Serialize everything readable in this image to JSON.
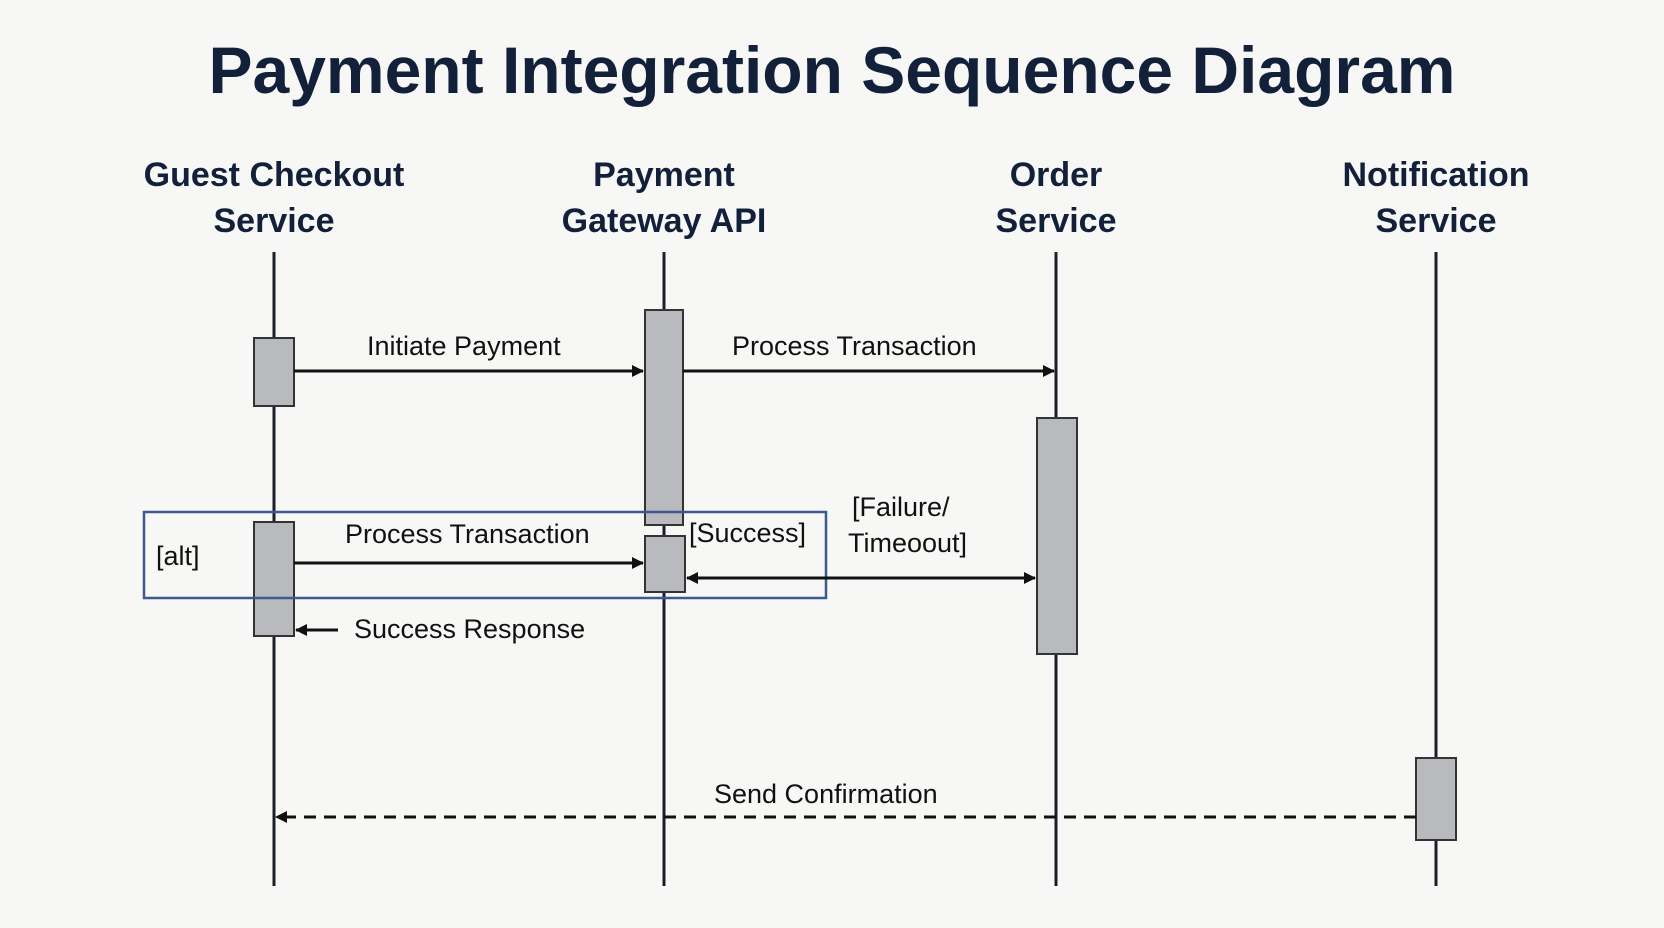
{
  "title": "Payment Integration Sequence Diagram",
  "participants": [
    {
      "id": "guest",
      "line1": "Guest Checkout",
      "line2": "Service"
    },
    {
      "id": "gateway",
      "line1": "Payment",
      "line2": "Gateway API"
    },
    {
      "id": "order",
      "line1": "Order",
      "line2": "Service"
    },
    {
      "id": "notify",
      "line1": "Notification",
      "line2": "Service"
    }
  ],
  "messages": {
    "initiate_payment": "Initiate Payment",
    "process_transaction_1": "Process Transaction",
    "process_transaction_2": "Process Transaction",
    "success_response": "Success Response",
    "send_confirmation": "Send Confirmation"
  },
  "fragment": {
    "operator": "[alt]",
    "guard_success": "[Success]",
    "guard_failure_line1": "[Failure/",
    "guard_failure_line2": "Timeoout]"
  },
  "colors": {
    "title": "#12203a",
    "lifeline": "#1a1f2b",
    "activation_fill": "#b9babd",
    "fragment_border": "#3a5a94",
    "background": "#f7f7f6"
  }
}
